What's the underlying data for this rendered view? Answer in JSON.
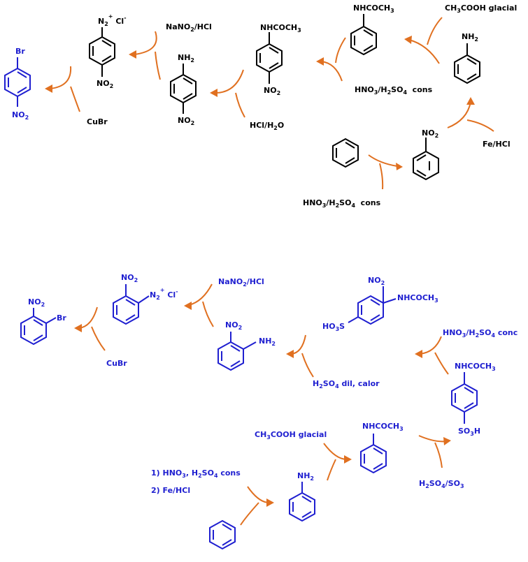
{
  "colors": {
    "black_route": "#000000",
    "blue_route": "#1f1fd0",
    "arrow": "#e07020",
    "background": "#ffffff"
  },
  "route_1": {
    "reagents": {
      "nitration": {
        "t1": "HNO",
        "s1": "3",
        "t2": "/H",
        "s2": "2",
        "t3": "SO",
        "s3": "4",
        "t4": "  cons"
      },
      "reduction": "Fe/HCl",
      "acetylation": {
        "t1": "CH",
        "s1": "3",
        "t2": "COOH glacial"
      },
      "nitration_2": {
        "t1": "HNO",
        "s1": "3",
        "t2": "/H",
        "s2": "2",
        "t3": "SO",
        "s3": "4",
        "t4": "  cons"
      },
      "hydrolysis": {
        "t1": "HCl/H",
        "s1": "2",
        "t2": "O"
      },
      "diazotization": {
        "t1": "NaNO",
        "s1": "2",
        "t2": "/HCl"
      },
      "sandmeyer": "CuBr"
    },
    "labels": {
      "nitro_no2": {
        "t1": "NO",
        "s1": "2"
      },
      "aniline_nh2": {
        "t1": "NH",
        "s1": "2"
      },
      "acetanilide_nh": "NHCOCH",
      "acetanilide_sub": "3",
      "p_nitro_acet_nh": "NHCOCH",
      "p_nitro_acet_sub": "3",
      "p_nitro_acet_no2": {
        "t1": "NO",
        "s1": "2"
      },
      "p_nitroaniline_nh2": {
        "t1": "NH",
        "s1": "2"
      },
      "p_nitroaniline_no2": {
        "t1": "NO",
        "s1": "2"
      },
      "diazonium_n2": {
        "t1": "N",
        "s1": "2",
        "sup": "+",
        "t2": " Cl",
        "sup2": "-"
      },
      "diazonium_no2": {
        "t1": "NO",
        "s1": "2"
      },
      "product_br": "Br",
      "product_no2": {
        "t1": "NO",
        "s1": "2"
      }
    }
  },
  "route_2": {
    "reagents": {
      "step_1": {
        "t1": "1) HNO",
        "s1": "3",
        "t2": ", H",
        "s2": "2",
        "t3": "SO",
        "s3": "4",
        "t4": " cons"
      },
      "step_2": "2) Fe/HCl",
      "acetylation": {
        "t1": "CH",
        "s1": "3",
        "t2": "COOH glacial"
      },
      "sulfonation": {
        "t1": "H",
        "s1": "2",
        "t2": "SO",
        "s2": "4",
        "t3": "/SO",
        "s3": "3"
      },
      "nitration": {
        "t1": "HNO",
        "s1": "3",
        "t2": "/H",
        "s2": "2",
        "t3": "SO",
        "s3": "4",
        "t4": " conc"
      },
      "hydrolysis": {
        "t1": "H",
        "s1": "2",
        "t2": "SO",
        "s2": "4",
        "t3": " dil, calor"
      },
      "diazotization": {
        "t1": "NaNO",
        "s1": "2",
        "t2": "/HCl"
      },
      "sandmeyer": "CuBr"
    },
    "labels": {
      "aniline_nh2": {
        "t1": "NH",
        "s1": "2"
      },
      "acetanilide_nh": "NHCOCH",
      "acetanilide_sub": "3",
      "sulfo_nh": "NHCOCH",
      "sulfo_sub": "3",
      "sulfo_so3h": {
        "t1": "SO",
        "s1": "3",
        "t2": "H"
      },
      "nitro_sulfo_no2": {
        "t1": "NO",
        "s1": "2"
      },
      "nitro_sulfo_nh": "NHCOCH",
      "nitro_sulfo_sub": "3",
      "nitro_sulfo_ho3s": {
        "t1": "HO",
        "s1": "3",
        "t2": "S"
      },
      "o_nitroaniline_no2": {
        "t1": "NO",
        "s1": "2"
      },
      "o_nitroaniline_nh2": {
        "t1": "NH",
        "s1": "2"
      },
      "diazonium_no2": {
        "t1": "NO",
        "s1": "2"
      },
      "diazonium_n2": {
        "t1": "N",
        "s1": "2",
        "sup": "+",
        "t2": " Cl",
        "sup2": "-"
      },
      "product_no2": {
        "t1": "NO",
        "s1": "2"
      },
      "product_br": "Br"
    }
  }
}
